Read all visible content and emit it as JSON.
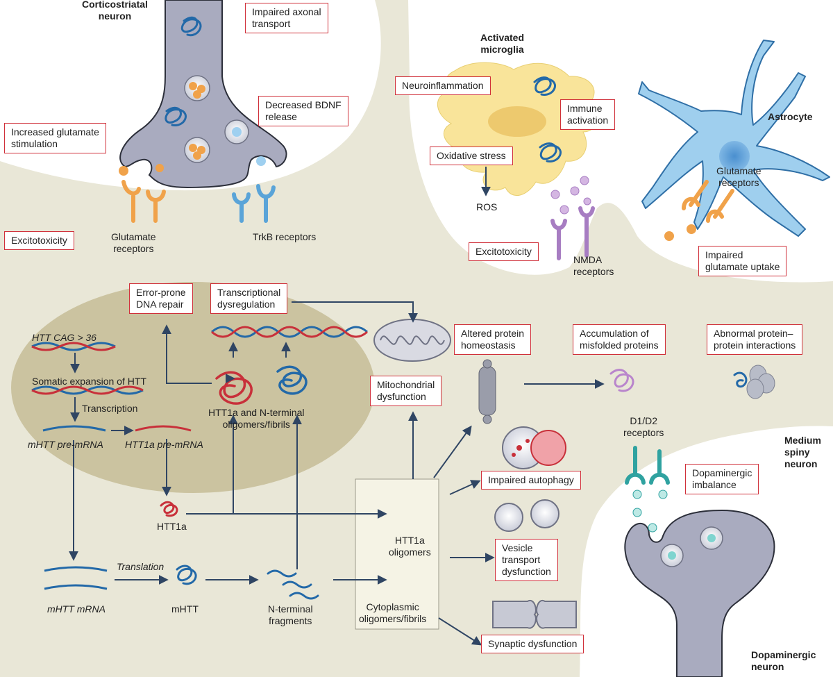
{
  "cells": {
    "corticostriatal": [
      "Corticostriatal",
      "neuron"
    ],
    "microglia": [
      "Activated",
      "microglia"
    ],
    "astrocyte": "Astrocyte",
    "medium_spiny": [
      "Medium",
      "spiny",
      "neuron"
    ],
    "dopaminergic": [
      "Dopaminergic",
      "neuron"
    ]
  },
  "receptors": {
    "glutamate_left": [
      "Glutamate",
      "receptors"
    ],
    "trkb": "TrkB receptors",
    "glutamate_astro": [
      "Glutamate",
      "receptors"
    ],
    "nmda": [
      "NMDA",
      "receptors"
    ],
    "d1d2": [
      "D1/D2",
      "receptors"
    ]
  },
  "boxes": {
    "impaired_axonal": [
      "Impaired axonal",
      "transport"
    ],
    "decreased_bdnf": [
      "Decreased BDNF",
      "release"
    ],
    "increased_glutamate": [
      "Increased glutamate",
      "stimulation"
    ],
    "excitotoxicity_left": "Excitotoxicity",
    "neuroinflammation": "Neuroinflammation",
    "immune_activation": [
      "Immune",
      "activation"
    ],
    "oxidative_stress": "Oxidative stress",
    "excitotoxicity_mid": "Excitotoxicity",
    "impaired_glutamate_uptake": [
      "Impaired",
      "glutamate uptake"
    ],
    "error_prone_dna": [
      "Error-prone",
      "DNA repair"
    ],
    "transcriptional_dysregulation": [
      "Transcriptional",
      "dysregulation"
    ],
    "mitochondrial_dysfunction": [
      "Mitochondrial",
      "dysfunction"
    ],
    "altered_protein_homeostasis": [
      "Altered protein",
      "homeostasis"
    ],
    "accumulation_misfolded": [
      "Accumulation of",
      "misfolded proteins"
    ],
    "abnormal_ppi": [
      "Abnormal protein–",
      "protein interactions"
    ],
    "impaired_autophagy": "Impaired autophagy",
    "vesicle_transport": [
      "Vesicle",
      "transport",
      "dysfunction"
    ],
    "synaptic_dysfunction": "Synaptic dysfunction",
    "dopaminergic_imbalance": [
      "Dopaminergic",
      "imbalance"
    ]
  },
  "pathway": {
    "htt_cag": "HTT CAG > 36",
    "somatic_expansion": "Somatic expansion of HTT",
    "transcription": "Transcription",
    "mhtt_pre_mrna": "mHTT pre-mRNA",
    "htt1a_pre_mrna": "HTT1a pre-mRNA",
    "htt1a": "HTT1a",
    "htt1a_oligomers_nuc": [
      "HTT1a and N-terminal",
      "oligomers/fibrils"
    ],
    "translation": "Translation",
    "mhtt_mrna": "mHTT mRNA",
    "mhtt": "mHTT",
    "n_terminal_fragments": [
      "N-terminal",
      "fragments"
    ],
    "htt1a_oligomers_cyto": [
      "HTT1a",
      "oligomers"
    ],
    "cytoplasmic_oligomers": [
      "Cytoplasmic",
      "oligomers/fibrils"
    ],
    "ros": "ROS"
  },
  "colors": {
    "background": "#e9e7d7",
    "cell_fill": "#ffffff",
    "nucleus_fill": "#cbc3a0",
    "neuron_body": "#a9abbf",
    "microglia_fill": "#f9e49a",
    "astrocyte_fill": "#9fcfee",
    "arrow": "#2f4563",
    "box_border": "#d0303a",
    "protein_blue": "#2369a8",
    "protein_red": "#c8303a",
    "glutamate_orange": "#f0a24a",
    "trkb_blue": "#5aa4d8",
    "nmda_purple": "#a77dc2",
    "dopamine_teal": "#2fa2a0",
    "misfolded_purple": "#b985cc"
  }
}
